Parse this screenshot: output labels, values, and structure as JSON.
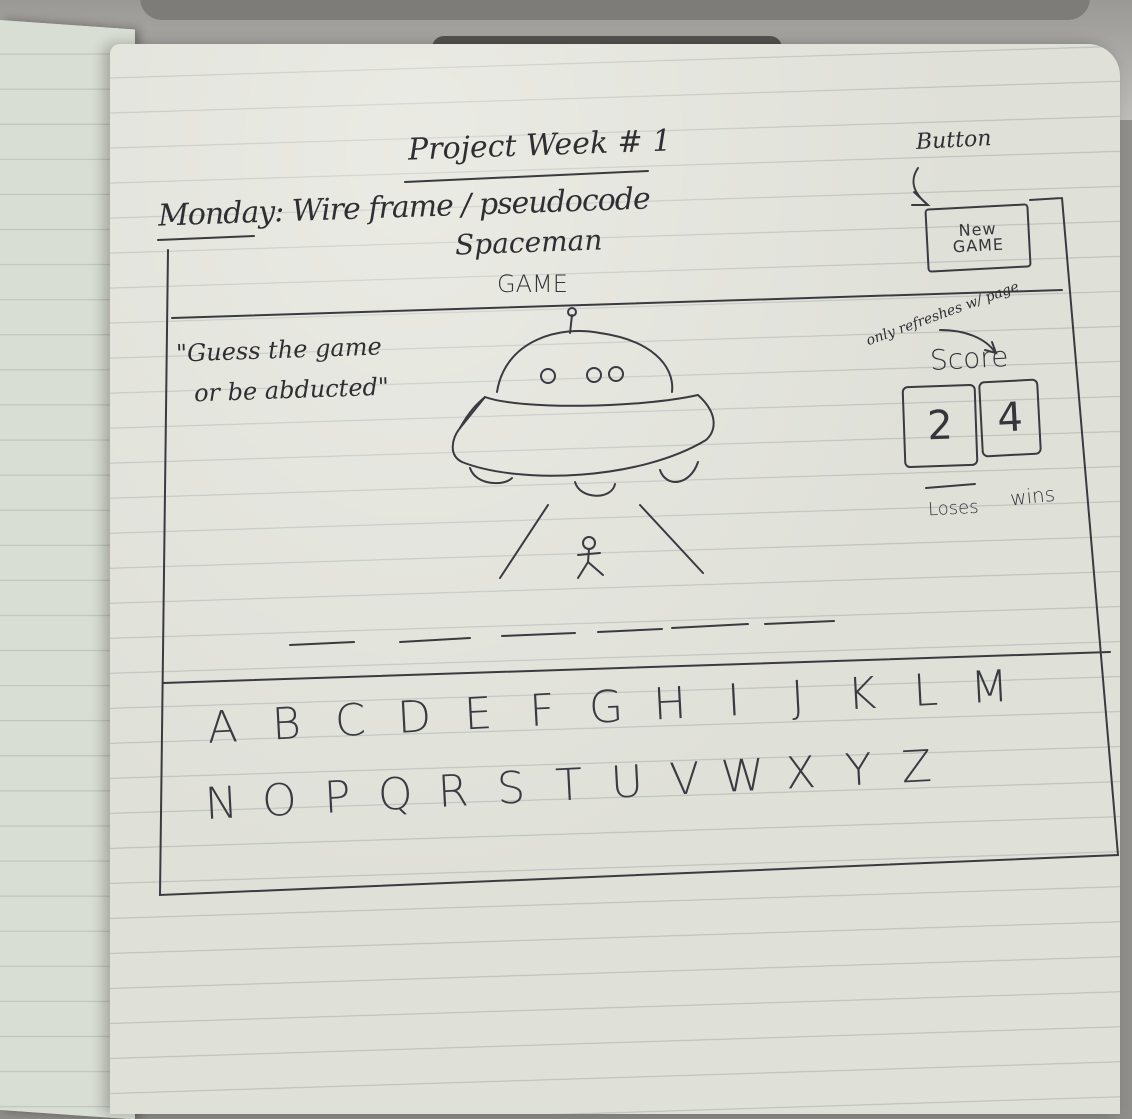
{
  "page": {
    "title": "Project Week # 1",
    "subtitle": "Monday: Wire frame / pseudocode",
    "button_annotation": "Button"
  },
  "game": {
    "title_line1": "Spaceman",
    "title_line2": "GAME",
    "tagline_line1": "\"Guess the game",
    "tagline_line2": "or be abducted\"",
    "new_game_line1": "New",
    "new_game_line2": "GAME",
    "refresh_note": "only refreshes w/ page",
    "score_label": "Score",
    "score_losses": "2",
    "score_wins": "4",
    "losses_label": "Loses",
    "wins_label": "wins",
    "word_blanks": 6,
    "letters_row1": [
      "A",
      "B",
      "C",
      "D",
      "E",
      "F",
      "G",
      "H",
      "I",
      "J",
      "K",
      "L",
      "M"
    ],
    "letters_row2": [
      "N",
      "O",
      "P",
      "Q",
      "R",
      "S",
      "T",
      "U",
      "V",
      "W",
      "X",
      "Y",
      "Z"
    ]
  },
  "colors": {
    "ink": "#34343a",
    "paper": "#dfe0d8",
    "rule": "#96a0a0"
  }
}
